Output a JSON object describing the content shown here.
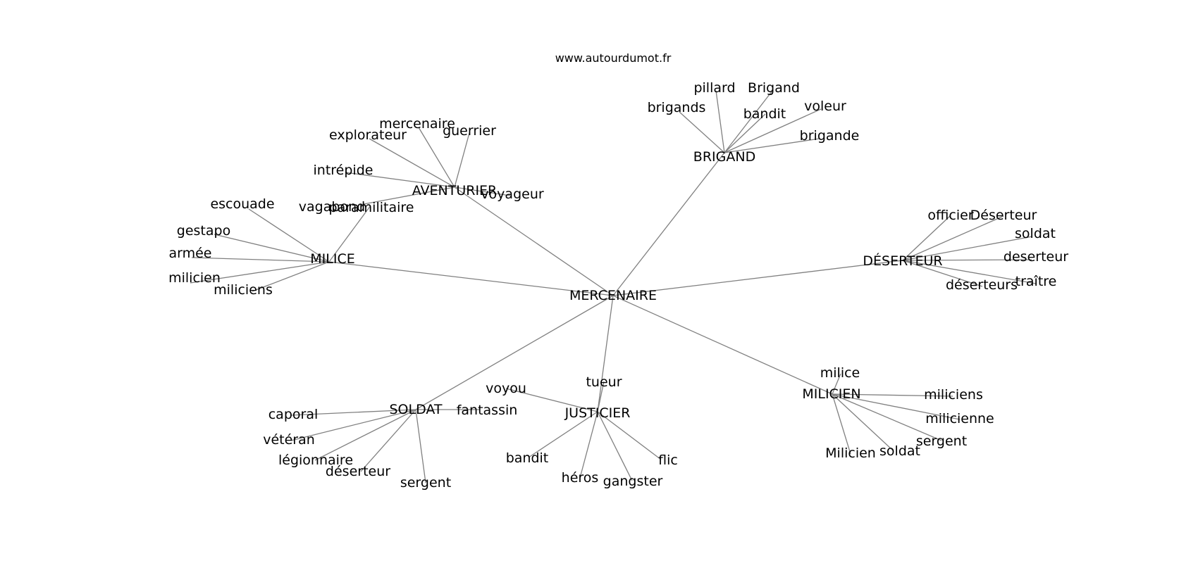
{
  "site": "www.autourdumot.fr",
  "center": "MERCENAIRE",
  "clusters": [
    {
      "hub": "BRIGAND",
      "words": [
        "pillard",
        "Brigand",
        "brigands",
        "bandit",
        "voleur",
        "brigande"
      ]
    },
    {
      "hub": "AVENTURIER",
      "words": [
        "mercenaire",
        "guerrier",
        "explorateur",
        "intrépide",
        "voyageur",
        "vagabond"
      ]
    },
    {
      "hub": "MILICE",
      "words": [
        "paramilitaire",
        "escouade",
        "gestapo",
        "armée",
        "milicien",
        "miliciens"
      ]
    },
    {
      "hub": "DÉSERTEUR",
      "words": [
        "officier",
        "Déserteur",
        "soldat",
        "deserteur",
        "traître",
        "déserteurs"
      ]
    },
    {
      "hub": "SOLDAT",
      "words": [
        "fantassin",
        "caporal",
        "vétéran",
        "légionnaire",
        "déserteur",
        "sergent"
      ]
    },
    {
      "hub": "JUSTICIER",
      "words": [
        "voyou",
        "tueur",
        "bandit",
        "héros",
        "gangster",
        "flic"
      ]
    },
    {
      "hub": "MILICIEN",
      "words": [
        "milice",
        "miliciens",
        "milicienne",
        "sergent",
        "soldat",
        "Milicien"
      ]
    }
  ]
}
